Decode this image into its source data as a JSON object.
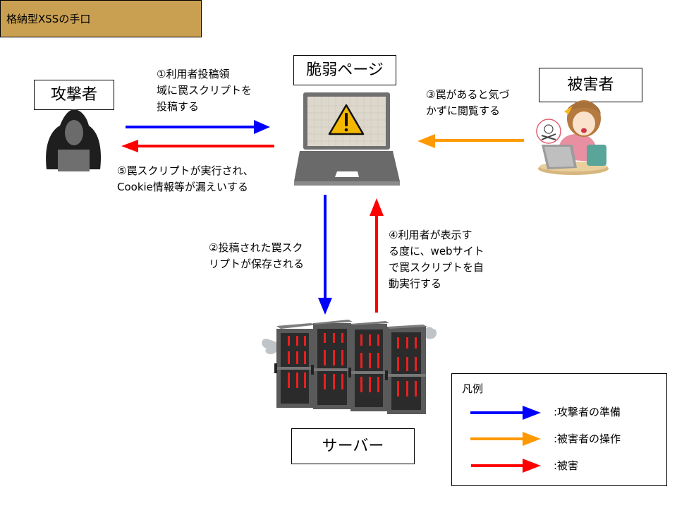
{
  "title": "格納型XSSの手口",
  "actors": {
    "attacker": {
      "label": "攻撃者",
      "icon": "hooded-hacker-icon"
    },
    "vulnerable_page": {
      "label": "脆弱ページ",
      "icon": "laptop-warning-icon"
    },
    "victim": {
      "label": "被害者",
      "icon": "distressed-woman-laptop-icon"
    },
    "server": {
      "label": "サーバー",
      "icon": "server-racks-icon"
    }
  },
  "steps": [
    {
      "id": 1,
      "text": "①利用者投稿領\n域に罠スクリプトを\n投稿する",
      "color": "#0000ff",
      "from": "attacker",
      "to": "vulnerable_page"
    },
    {
      "id": 2,
      "text": "②投稿された罠スク\nリプトが保存される",
      "color": "#0000ff",
      "from": "vulnerable_page",
      "to": "server"
    },
    {
      "id": 3,
      "text": "③罠があると気づ\nかずに閲覧する",
      "color": "#ff9900",
      "from": "victim",
      "to": "vulnerable_page"
    },
    {
      "id": 4,
      "text": "④利用者が表示す\nる度に、webサイト\nで罠スクリプトを自\n動実行する",
      "color": "#ff0000",
      "from": "server",
      "to": "vulnerable_page"
    },
    {
      "id": 5,
      "text": "⑤罠スクリプトが実行され、\nCookie情報等が漏えいする",
      "color": "#ff0000",
      "from": "vulnerable_page",
      "to": "attacker"
    }
  ],
  "legend": {
    "title": "凡例",
    "items": [
      {
        "label": ":攻撃者の準備",
        "color": "#0000ff"
      },
      {
        "label": ":被害者の操作",
        "color": "#ff9900"
      },
      {
        "label": ":被害",
        "color": "#ff0000"
      }
    ]
  },
  "colors": {
    "title_bg": "#c9a052",
    "blue": "#0000ff",
    "orange": "#ff9900",
    "red": "#ff0000"
  }
}
